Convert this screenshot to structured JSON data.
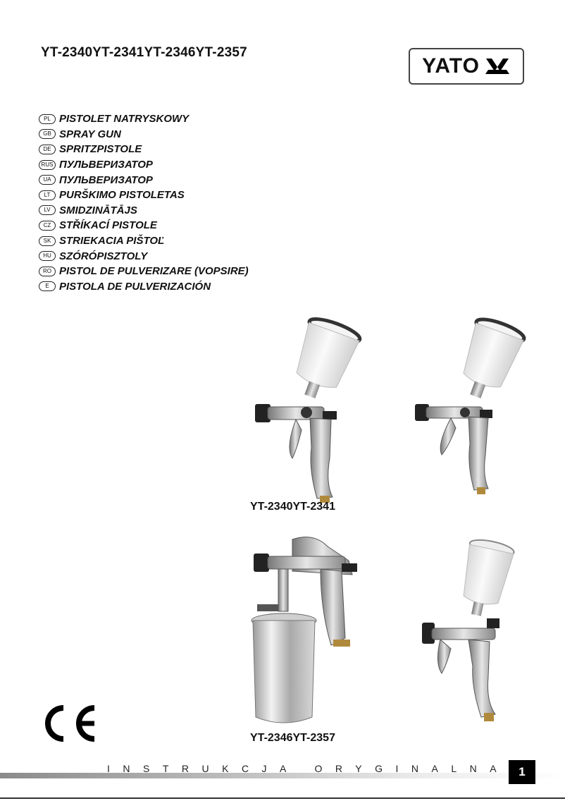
{
  "header": {
    "model_title": "YT-2340YT-2341YT-2346YT-2357",
    "brand": "YATO"
  },
  "languages": [
    {
      "code": "PL",
      "name": "PISTOLET NATRYSKOWY"
    },
    {
      "code": "GB",
      "name": "SPRAY GUN"
    },
    {
      "code": "DE",
      "name": "SPRITZPISTOLE"
    },
    {
      "code": "RUS",
      "name": "ПУЛЬВЕРИЗАТОР"
    },
    {
      "code": "UA",
      "name": "ПУЛЬВЕРИЗАТОР"
    },
    {
      "code": "LT",
      "name": "PURŠKIMO PISTOLETAS"
    },
    {
      "code": "LV",
      "name": "SMIDZINĀTĀJS"
    },
    {
      "code": "CZ",
      "name": "STŘÍKACÍ PISTOLE"
    },
    {
      "code": "SK",
      "name": "STRIEKACIA PIŠTOĽ"
    },
    {
      "code": "HU",
      "name": "SZÓRÓPISZTOLY"
    },
    {
      "code": "RO",
      "name": "PISTOL DE PULVERIZARE (VOPSIRE)"
    },
    {
      "code": "E",
      "name": "PISTOLA DE PULVERIZACIÓN"
    }
  ],
  "captions": {
    "top": "YT-2340YT-2341",
    "bottom": "YT-2346YT-2357"
  },
  "footer": {
    "text": "INSTRUKCJA ORYGINALNA",
    "page_number": "1"
  },
  "colors": {
    "accent": "#000000",
    "cup": "#e9e9e9",
    "metal": "#b8b8b8"
  },
  "icons": [
    "yato-logo",
    "ce-mark",
    "spray-gun-image"
  ]
}
